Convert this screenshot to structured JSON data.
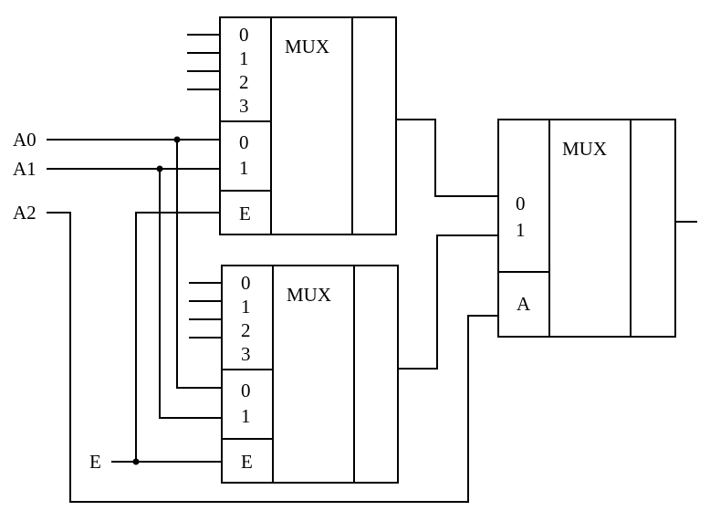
{
  "colors": {
    "line": "#000000",
    "background": "#ffffff"
  },
  "inputs": {
    "a0": "A0",
    "a1": "A1",
    "a2": "A2",
    "e": "E"
  },
  "mux_top": {
    "title": "MUX",
    "data_pins": [
      "0",
      "1",
      "2",
      "3"
    ],
    "select_pins": [
      "0",
      "1"
    ],
    "enable_pin": "E"
  },
  "mux_bottom": {
    "title": "MUX",
    "data_pins": [
      "0",
      "1",
      "2",
      "3"
    ],
    "select_pins": [
      "0",
      "1"
    ],
    "enable_pin": "E"
  },
  "mux_final": {
    "title": "MUX",
    "data_pins": [
      "0",
      "1"
    ],
    "select_pin": "A"
  }
}
